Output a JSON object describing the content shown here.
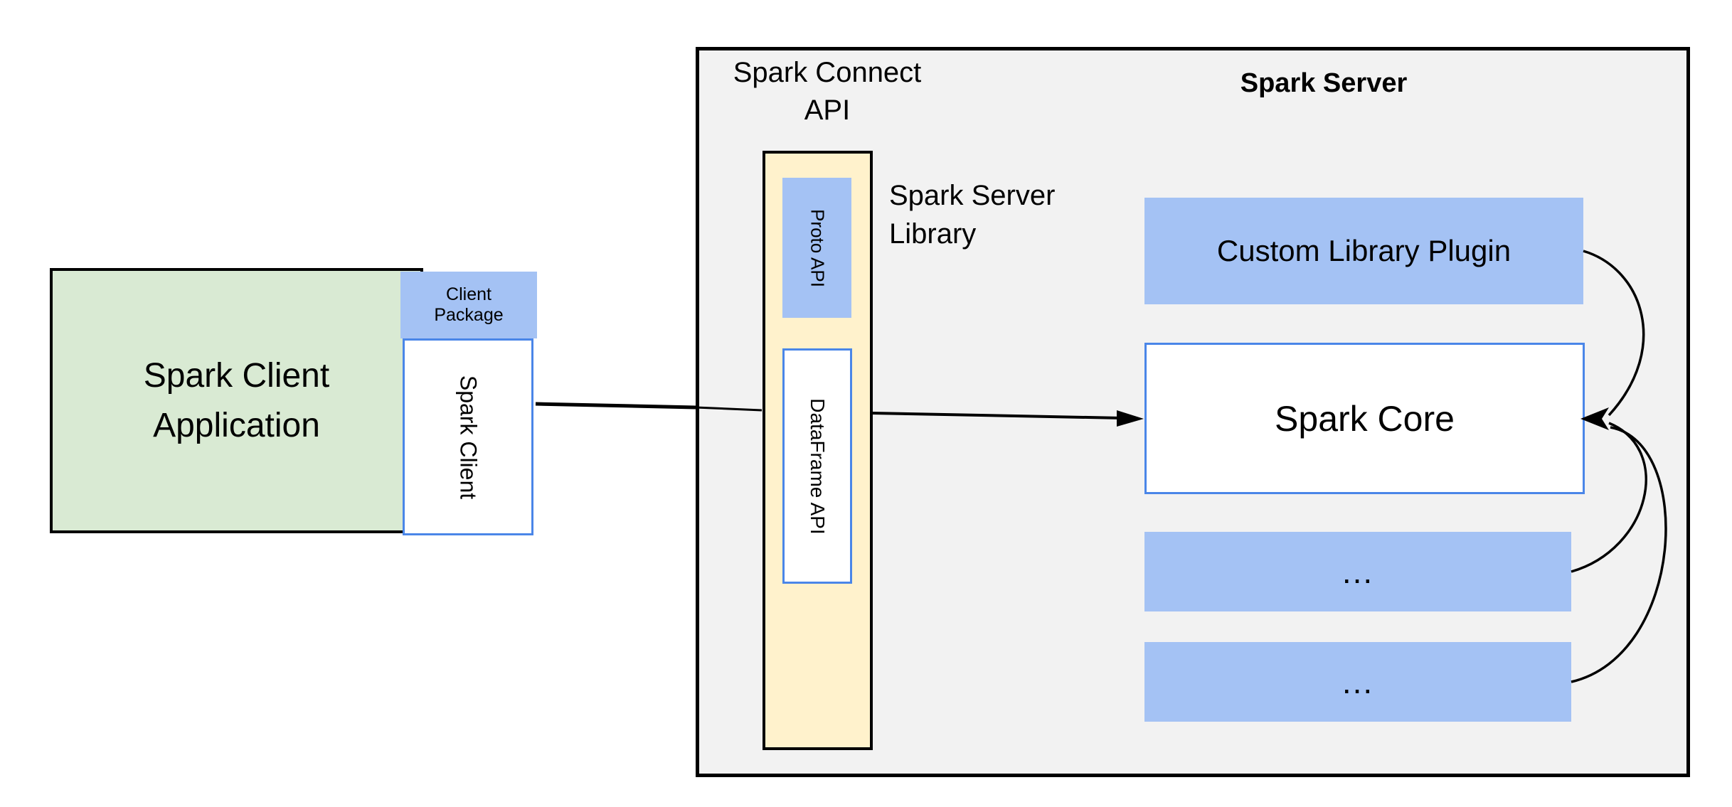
{
  "diagram_title": "Spark Connect architecture diagram",
  "nodes": {
    "spark_client_application": {
      "label": "Spark Client\nApplication"
    },
    "client_package": {
      "label": "Client\nPackage"
    },
    "spark_client": {
      "label": "Spark Client"
    },
    "spark_connect_api": {
      "label": "Spark Connect\nAPI"
    },
    "proto_api": {
      "label": "Proto  API"
    },
    "dataframe_api": {
      "label": "DataFrame API"
    },
    "spark_server_library": {
      "label": "Spark Server\nLibrary"
    },
    "spark_server": {
      "label": "Spark Server"
    },
    "custom_library_plugin": {
      "label": "Custom Library Plugin"
    },
    "spark_core": {
      "label": "Spark Core"
    },
    "plugin_placeholder_1": {
      "label": "..."
    },
    "plugin_placeholder_2": {
      "label": "..."
    }
  },
  "edges": [
    {
      "from": "spark_client",
      "to": "spark_connect_api",
      "style": "straight-line"
    },
    {
      "from": "spark_connect_api",
      "to": "spark_core",
      "style": "straight-arrow"
    },
    {
      "from": "custom_library_plugin",
      "to": "spark_core",
      "style": "curved-arrow"
    },
    {
      "from": "plugin_placeholder_1",
      "to": "spark_core",
      "style": "curved-arrow"
    },
    {
      "from": "plugin_placeholder_2",
      "to": "spark_core",
      "style": "curved-arrow"
    }
  ],
  "colors": {
    "blue_fill": "#a4c2f4",
    "blue_border": "#4a86e8",
    "green_fill": "#d9ead3",
    "cream_fill": "#fff2cc",
    "gray_fill": "#f2f2f2",
    "ink": "#000000",
    "page_bg": "#ffffff"
  }
}
